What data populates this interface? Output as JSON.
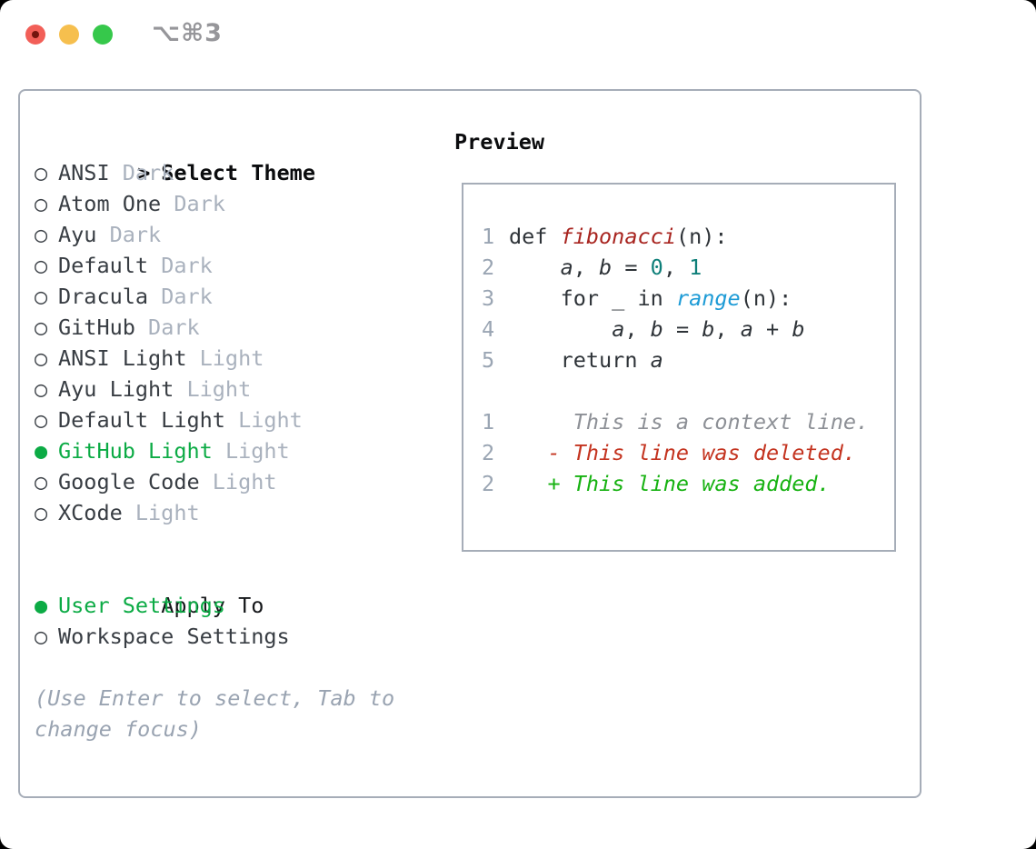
{
  "window": {
    "title": "⌥⌘3"
  },
  "left": {
    "prompt": ">",
    "header": "Select Theme",
    "themes": [
      {
        "name": "ANSI",
        "tag": "Dark",
        "selected": false
      },
      {
        "name": "Atom One",
        "tag": "Dark",
        "selected": false
      },
      {
        "name": "Ayu",
        "tag": "Dark",
        "selected": false
      },
      {
        "name": "Default",
        "tag": "Dark",
        "selected": false
      },
      {
        "name": "Dracula",
        "tag": "Dark",
        "selected": false
      },
      {
        "name": "GitHub",
        "tag": "Dark",
        "selected": false
      },
      {
        "name": "ANSI Light",
        "tag": "Light",
        "selected": false
      },
      {
        "name": "Ayu Light",
        "tag": "Light",
        "selected": false
      },
      {
        "name": "Default Light",
        "tag": "Light",
        "selected": false
      },
      {
        "name": "GitHub Light",
        "tag": "Light",
        "selected": true
      },
      {
        "name": "Google Code",
        "tag": "Light",
        "selected": false
      },
      {
        "name": "XCode",
        "tag": "Light",
        "selected": false
      }
    ],
    "apply_to": {
      "label": "Apply To",
      "options": [
        {
          "name": "User Settings",
          "selected": true
        },
        {
          "name": "Workspace Settings",
          "selected": false
        }
      ]
    },
    "hint": "(Use Enter to select, Tab to change focus)"
  },
  "preview": {
    "label": "Preview",
    "code_lines": [
      {
        "num": "1",
        "tokens": [
          {
            "text": "def ",
            "cls": "kw"
          },
          {
            "text": "fibonacci",
            "cls": "fn"
          },
          {
            "text": "(n):",
            "cls": "kw"
          }
        ]
      },
      {
        "num": "2",
        "tokens": [
          {
            "text": "    ",
            "cls": "kw"
          },
          {
            "text": "a",
            "cls": "var"
          },
          {
            "text": ", ",
            "cls": "kw"
          },
          {
            "text": "b",
            "cls": "var"
          },
          {
            "text": " = ",
            "cls": "kw"
          },
          {
            "text": "0",
            "cls": "num"
          },
          {
            "text": ", ",
            "cls": "kw"
          },
          {
            "text": "1",
            "cls": "num"
          }
        ]
      },
      {
        "num": "3",
        "tokens": [
          {
            "text": "    for _ in ",
            "cls": "kw"
          },
          {
            "text": "range",
            "cls": "call"
          },
          {
            "text": "(n):",
            "cls": "kw"
          }
        ]
      },
      {
        "num": "4",
        "tokens": [
          {
            "text": "        ",
            "cls": "kw"
          },
          {
            "text": "a",
            "cls": "var"
          },
          {
            "text": ", ",
            "cls": "kw"
          },
          {
            "text": "b",
            "cls": "var"
          },
          {
            "text": " = ",
            "cls": "kw"
          },
          {
            "text": "b",
            "cls": "var"
          },
          {
            "text": ", ",
            "cls": "kw"
          },
          {
            "text": "a",
            "cls": "var"
          },
          {
            "text": " + ",
            "cls": "kw"
          },
          {
            "text": "b",
            "cls": "var"
          }
        ]
      },
      {
        "num": "5",
        "tokens": [
          {
            "text": "    return ",
            "cls": "kw"
          },
          {
            "text": "a",
            "cls": "var"
          }
        ]
      },
      {
        "num": "",
        "tokens": []
      },
      {
        "num": "1",
        "tokens": [
          {
            "text": "     This is a context line.",
            "cls": "ctx"
          }
        ]
      },
      {
        "num": "2",
        "tokens": [
          {
            "text": "   - This line was deleted.",
            "cls": "del"
          }
        ]
      },
      {
        "num": "2",
        "tokens": [
          {
            "text": "   + This line was added.",
            "cls": "add"
          }
        ]
      }
    ]
  },
  "icons": {
    "selected_radio": "●",
    "unselected_radio": "○"
  },
  "colors": {
    "selection_green": "#0cab45",
    "added_green": "#17b212",
    "deleted_red": "#c43420",
    "function_red": "#a8241f",
    "number_teal": "#0e7f79",
    "call_blue": "#1d9bd6",
    "tag_gray": "#a9b1bd",
    "hint_gray": "#99a3b1",
    "line_number_gray": "#9aa5b3",
    "border_gray": "#a6adb8",
    "traffic_red": "#f25f58",
    "traffic_yellow": "#f6bf4e",
    "traffic_green": "#36c84b"
  }
}
